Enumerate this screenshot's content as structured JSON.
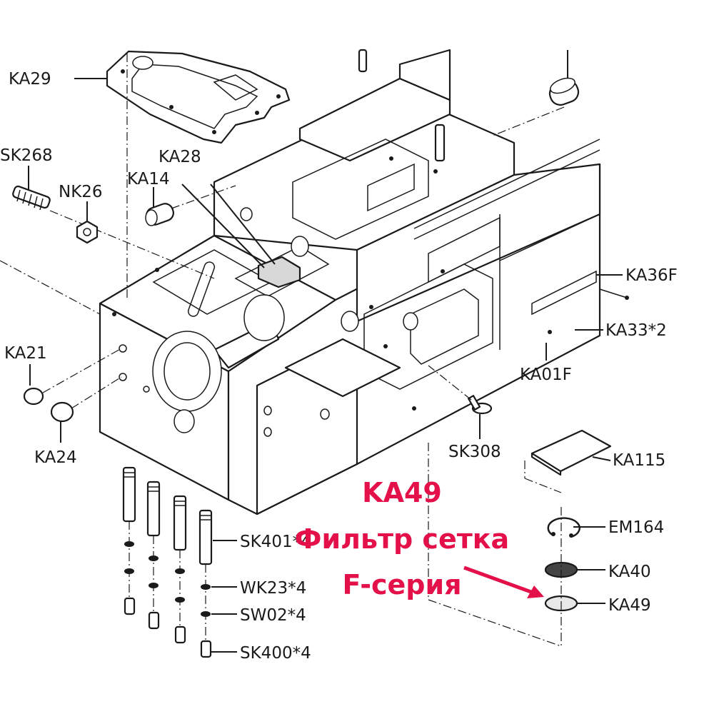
{
  "labels": {
    "ka29": "KA29",
    "sk268": "SK268",
    "ka28": "KA28",
    "ka14": "KA14",
    "nk26": "NK26",
    "ka36f": "KA36F",
    "ka33": "KA33*2",
    "ka01f": "KA01F",
    "ka21": "KA21",
    "ka24": "KA24",
    "sk308": "SK308",
    "ka115": "KA115",
    "em164": "EM164",
    "ka40": "KA40",
    "ka49": "KA49",
    "sk401": "SK401*4",
    "wk23": "WK23*4",
    "sw02": "SW02*4",
    "sk400": "SK400*4"
  },
  "annotation": {
    "part_code": "KA49",
    "line1": "Фильтр сетка",
    "line2": "F-серия",
    "color": "#e3104a"
  }
}
